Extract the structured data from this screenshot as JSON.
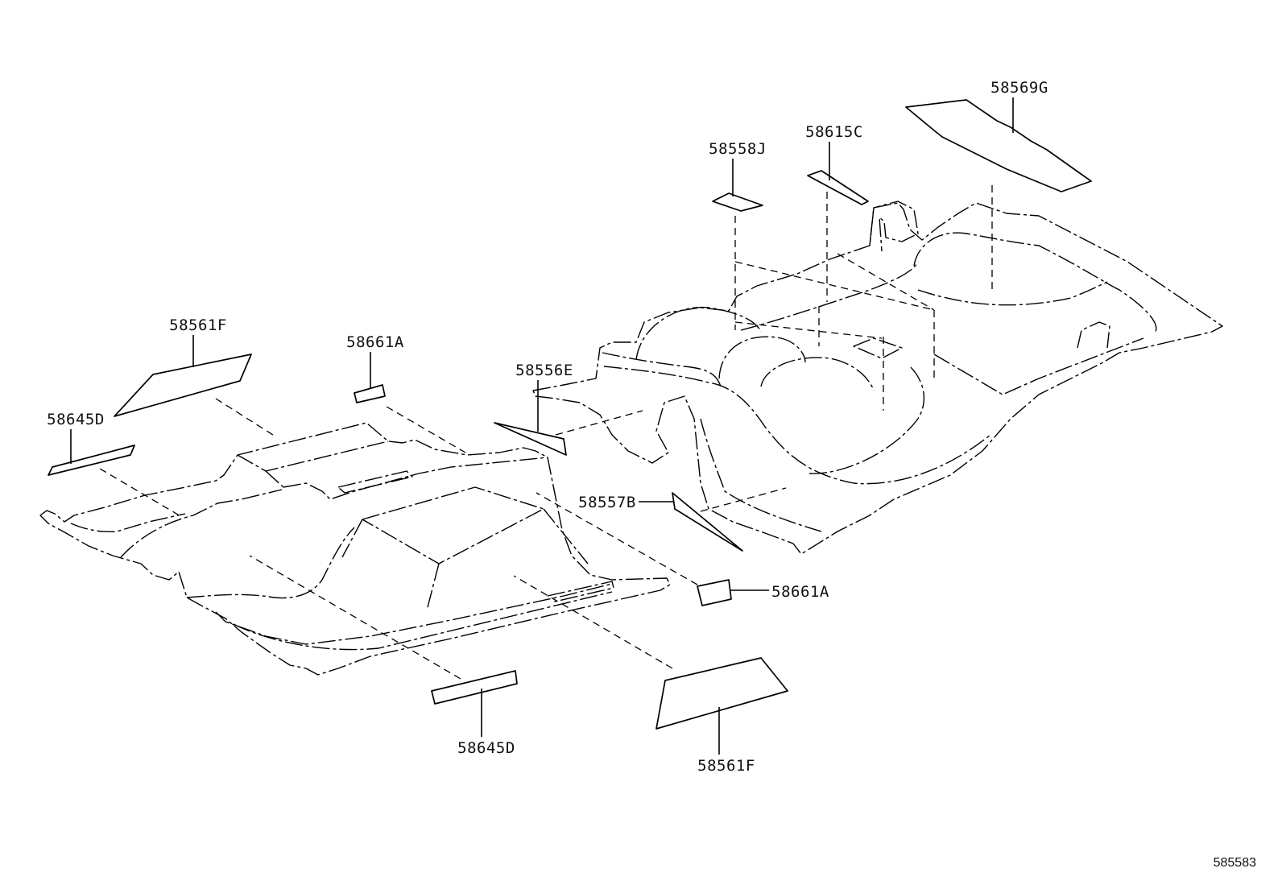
{
  "diagram": {
    "callouts": [
      "58569G",
      "58615C",
      "58558J",
      "58561F",
      "58661A",
      "58556E",
      "58645D",
      "58557B",
      "58661A",
      "58645D",
      "58561F"
    ],
    "figure_code": "585583"
  }
}
